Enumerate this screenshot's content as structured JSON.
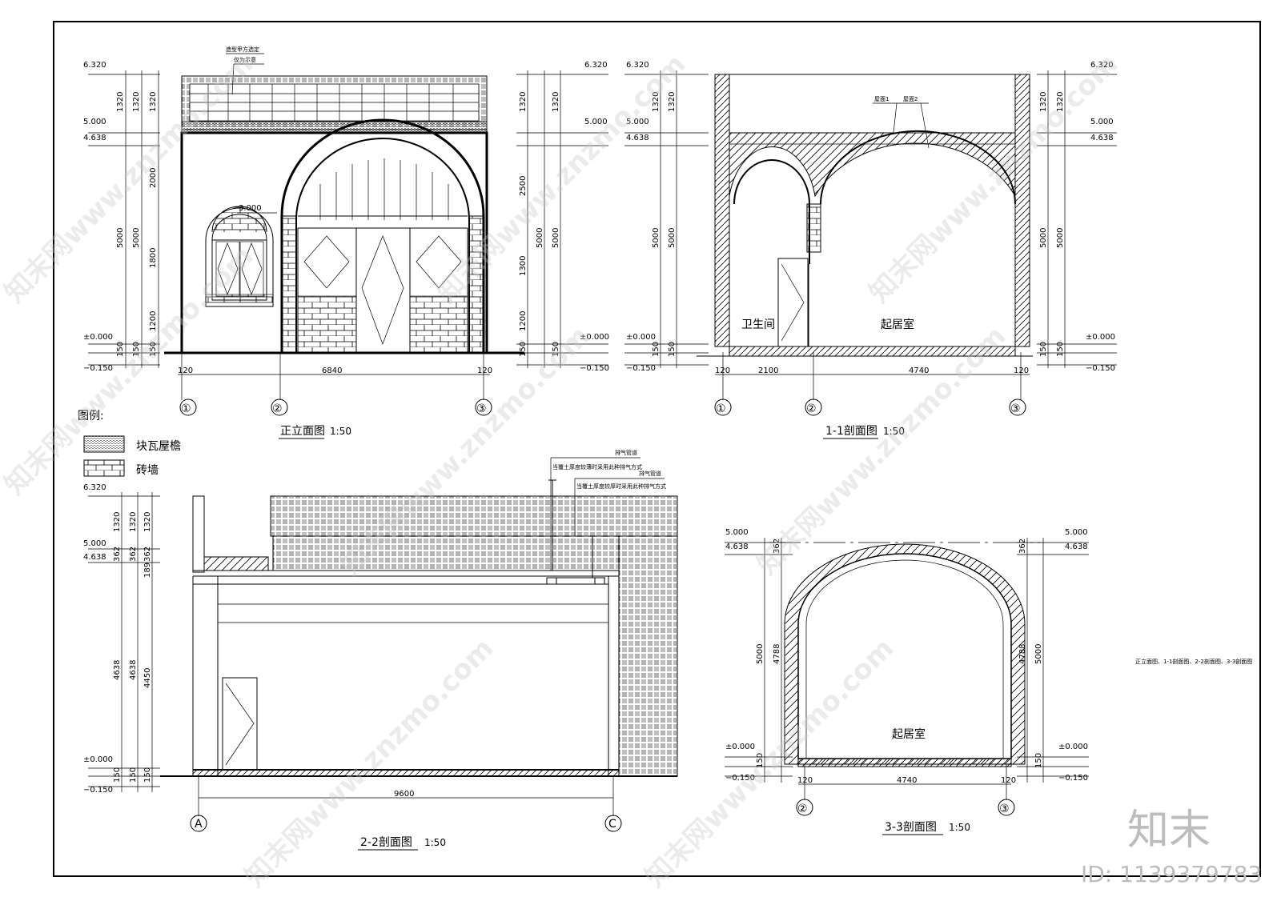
{
  "drawing": {
    "front_elevation": {
      "title": "正立面图",
      "scale": "1:50",
      "note_line1": "造型甲方选定",
      "note_line2": "仅为示意",
      "window_level": "3.000",
      "elev_top": "6.320",
      "elev_roof": "5.000",
      "elev_vault": "4.638",
      "elev_zero": "±0.000",
      "elev_ground": "−0.150",
      "left_dims": [
        "1320",
        "5000",
        "150"
      ],
      "left_dims2": [
        "1320",
        "2000",
        "1800",
        "1200",
        "150"
      ],
      "right_dims": [
        "1320",
        "2500",
        "1300",
        "1200",
        "150"
      ],
      "right_dims2": [
        "1320",
        "5000",
        "150"
      ],
      "dim_120": "120",
      "dim_6840": "6840",
      "axes": [
        "①",
        "②",
        "③"
      ]
    },
    "section_1_1": {
      "title": "1-1剖面图",
      "scale": "1:50",
      "layer1": "屋面1",
      "layer2": "屋面2",
      "room_bath": "卫生间",
      "room_living": "起居室",
      "dims_bottom": [
        "120",
        "2100",
        "4740",
        "120"
      ],
      "left_dims": [
        "1320",
        "5000",
        "150"
      ],
      "right_dims": [
        "1320",
        "5000",
        "150"
      ],
      "axes": [
        "①",
        "②",
        "③"
      ]
    },
    "legend": {
      "title": "图例:",
      "item1": "块瓦屋檐",
      "item2": "砖墙"
    },
    "section_2_2": {
      "title": "2-2剖面图",
      "scale": "1:50",
      "vent_label": "排气管道",
      "vent_note": "当覆土厚度较薄时采用此种排气方式",
      "vent_label2": "排气管道",
      "vent_note2": "当覆土厚度较厚时采用此种排气方式",
      "left_dims": [
        "1320",
        "362",
        "4638",
        "150"
      ],
      "left_dims2": [
        "1320",
        "362",
        "189",
        "4450",
        "150"
      ],
      "dim_9600": "9600",
      "axes": [
        "A",
        "C"
      ]
    },
    "section_3_3": {
      "title": "3-3剖面图",
      "scale": "1:50",
      "room": "起居室",
      "dims_bottom": [
        "120",
        "4740",
        "120"
      ],
      "left_dims": [
        "362",
        "5000",
        "150"
      ],
      "left_inner": "4788",
      "right_dims": [
        "362",
        "5000",
        "150"
      ],
      "right_inner": "4788",
      "axes": [
        "②",
        "③"
      ]
    },
    "sheet_title": "正立面图、1-1剖面图、2-2剖面图、3-3剖面图"
  },
  "watermark": {
    "text": "知末网www.znzmo.com",
    "brand": "知末",
    "id": "ID: 1139379783"
  }
}
